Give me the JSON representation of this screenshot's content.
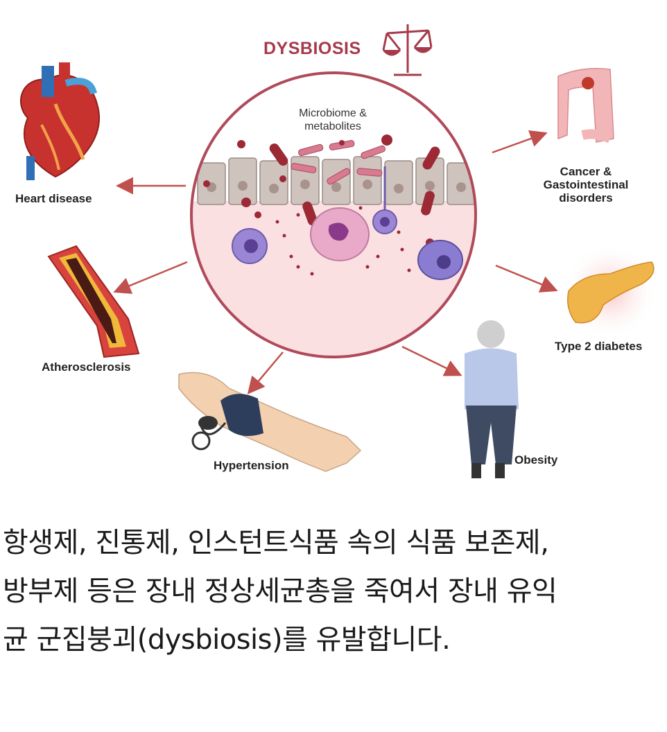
{
  "title": "DYSBIOSIS",
  "center_label": {
    "line1": "Microbiome &",
    "line2": "metabolites"
  },
  "conditions": {
    "heart": "Heart disease",
    "athero": "Atherosclerosis",
    "hypertension": "Hypertension",
    "obesity": "Obesity",
    "diabetes": "Type 2 diabetes",
    "cancer": {
      "line1": "Cancer &",
      "line2": "Gastointestinal",
      "line3": "disorders"
    }
  },
  "caption": {
    "line1": "항생제, 진통제, 인스턴트식품 속의 식품 보존제,",
    "line2": "방부제 등은 장내 정상세균총을 죽여서 장내 유익",
    "line3": "균 군집붕괴(dysbiosis)를 유발합니다."
  },
  "colors": {
    "accent": "#a63a4a",
    "arrow": "#c0504d",
    "circle_border": "#b04a5a"
  }
}
